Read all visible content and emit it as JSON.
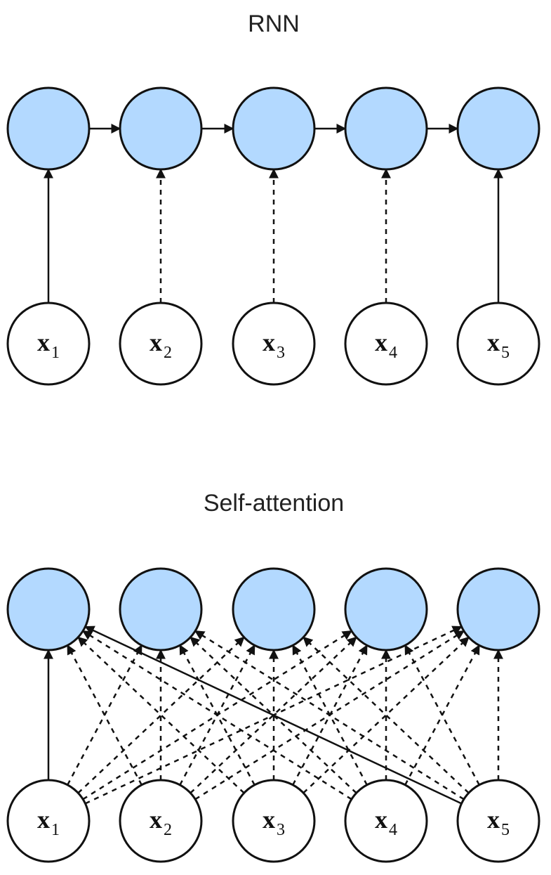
{
  "colors": {
    "hidden_fill": "#b3d9ff",
    "input_fill": "#ffffff",
    "stroke": "#111111"
  },
  "rnn": {
    "title": "RNN",
    "inputs": [
      {
        "main": "x",
        "sub": "1",
        "edge": "solid"
      },
      {
        "main": "x",
        "sub": "2",
        "edge": "dashed"
      },
      {
        "main": "x",
        "sub": "3",
        "edge": "dashed"
      },
      {
        "main": "x",
        "sub": "4",
        "edge": "dashed"
      },
      {
        "main": "x",
        "sub": "5",
        "edge": "solid"
      }
    ],
    "hidden_count": 5,
    "hidden_connections": "sequential"
  },
  "self_attention": {
    "title": "Self-attention",
    "inputs": [
      {
        "main": "x",
        "sub": "1"
      },
      {
        "main": "x",
        "sub": "2"
      },
      {
        "main": "x",
        "sub": "3"
      },
      {
        "main": "x",
        "sub": "4"
      },
      {
        "main": "x",
        "sub": "5"
      }
    ],
    "hidden_count": 5,
    "connections": "all-to-all",
    "solid_edges": [
      [
        1,
        1
      ],
      [
        5,
        1
      ]
    ]
  }
}
